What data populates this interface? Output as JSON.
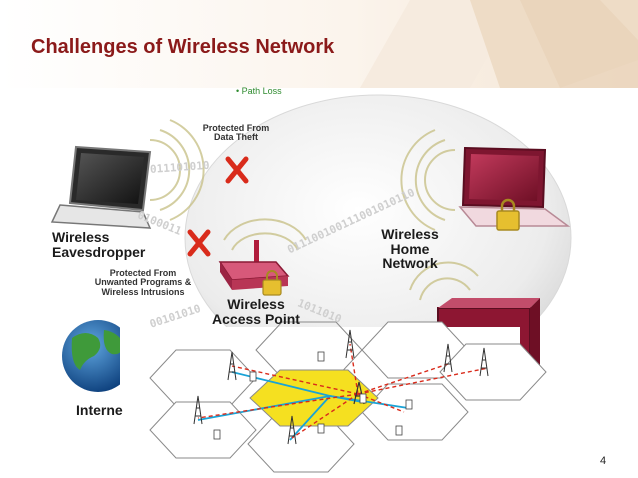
{
  "slide": {
    "title": "Challenges of Wireless Network",
    "bullet": "Path Loss",
    "page_number": "4"
  },
  "diagram": {
    "labels": {
      "eavesdropper": "Wireless\nEavesdropper",
      "home_network": "Wireless\nHome\nNetwork",
      "access_point": "Wireless\nAccess Point",
      "protected_theft": "Protected From\nData Theft",
      "protected_intrusions": "Protected From\nUnwanted Programs &\nWireless Intrusions",
      "internet": "Interne"
    },
    "bitstreams": {
      "top": "011101010",
      "left": "0100011",
      "middle": "011100100111001010110",
      "lower_left": "00101010",
      "lower_right": "1011010"
    },
    "colors": {
      "title": "#8b1a1a",
      "bullet": "#2e8b2e",
      "x_mark": "#d92b1b",
      "cell_highlight": "#f5e020",
      "blue_link": "#1aa3d6",
      "red_link": "#d92b1b"
    }
  }
}
